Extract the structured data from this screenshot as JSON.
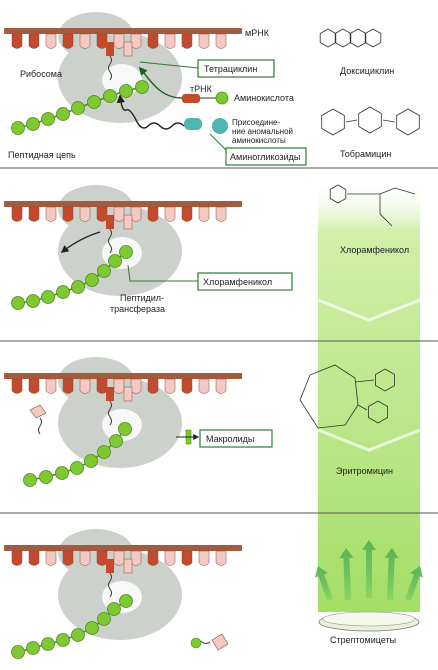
{
  "labels": {
    "mrna": "мРНК",
    "ribosome": "Рибосома",
    "peptide_chain": "Пептидная цепь",
    "trna": "тРНК",
    "amino_acid": "Аминокислота",
    "anomalous_line1": "Присоедине-",
    "anomalous_line2": "ние аномальной",
    "anomalous_line3": "аминокислоты",
    "peptidyl_line1": "Пептидил-",
    "peptidyl_line2": "трансфераза"
  },
  "antibiotics": {
    "tetracycline": "Тетрациклин",
    "aminoglycosides": "Аминогликозиды",
    "chloramphenicol": "Хлорамфеникол",
    "macrolides": "Макролиды"
  },
  "compounds": {
    "doxycycline": "Доксициклин",
    "tobramycin": "Тобрамицин",
    "chloramphenicol": "Хлорамфеникол",
    "erythromycin": "Эритромицин",
    "streptomycetes": "Стрептомицеты"
  },
  "colors": {
    "mrna_bar": "#a45a3c",
    "codon_red": "#c44a2e",
    "codon_pink": "#f4c9c3",
    "ribosome_gray": "#cdd1cc",
    "amino_green": "#7ec832",
    "beam_green": "#aee07a",
    "label_box_border": "#2e7d32",
    "trna_teal": "#4fb5b3"
  }
}
